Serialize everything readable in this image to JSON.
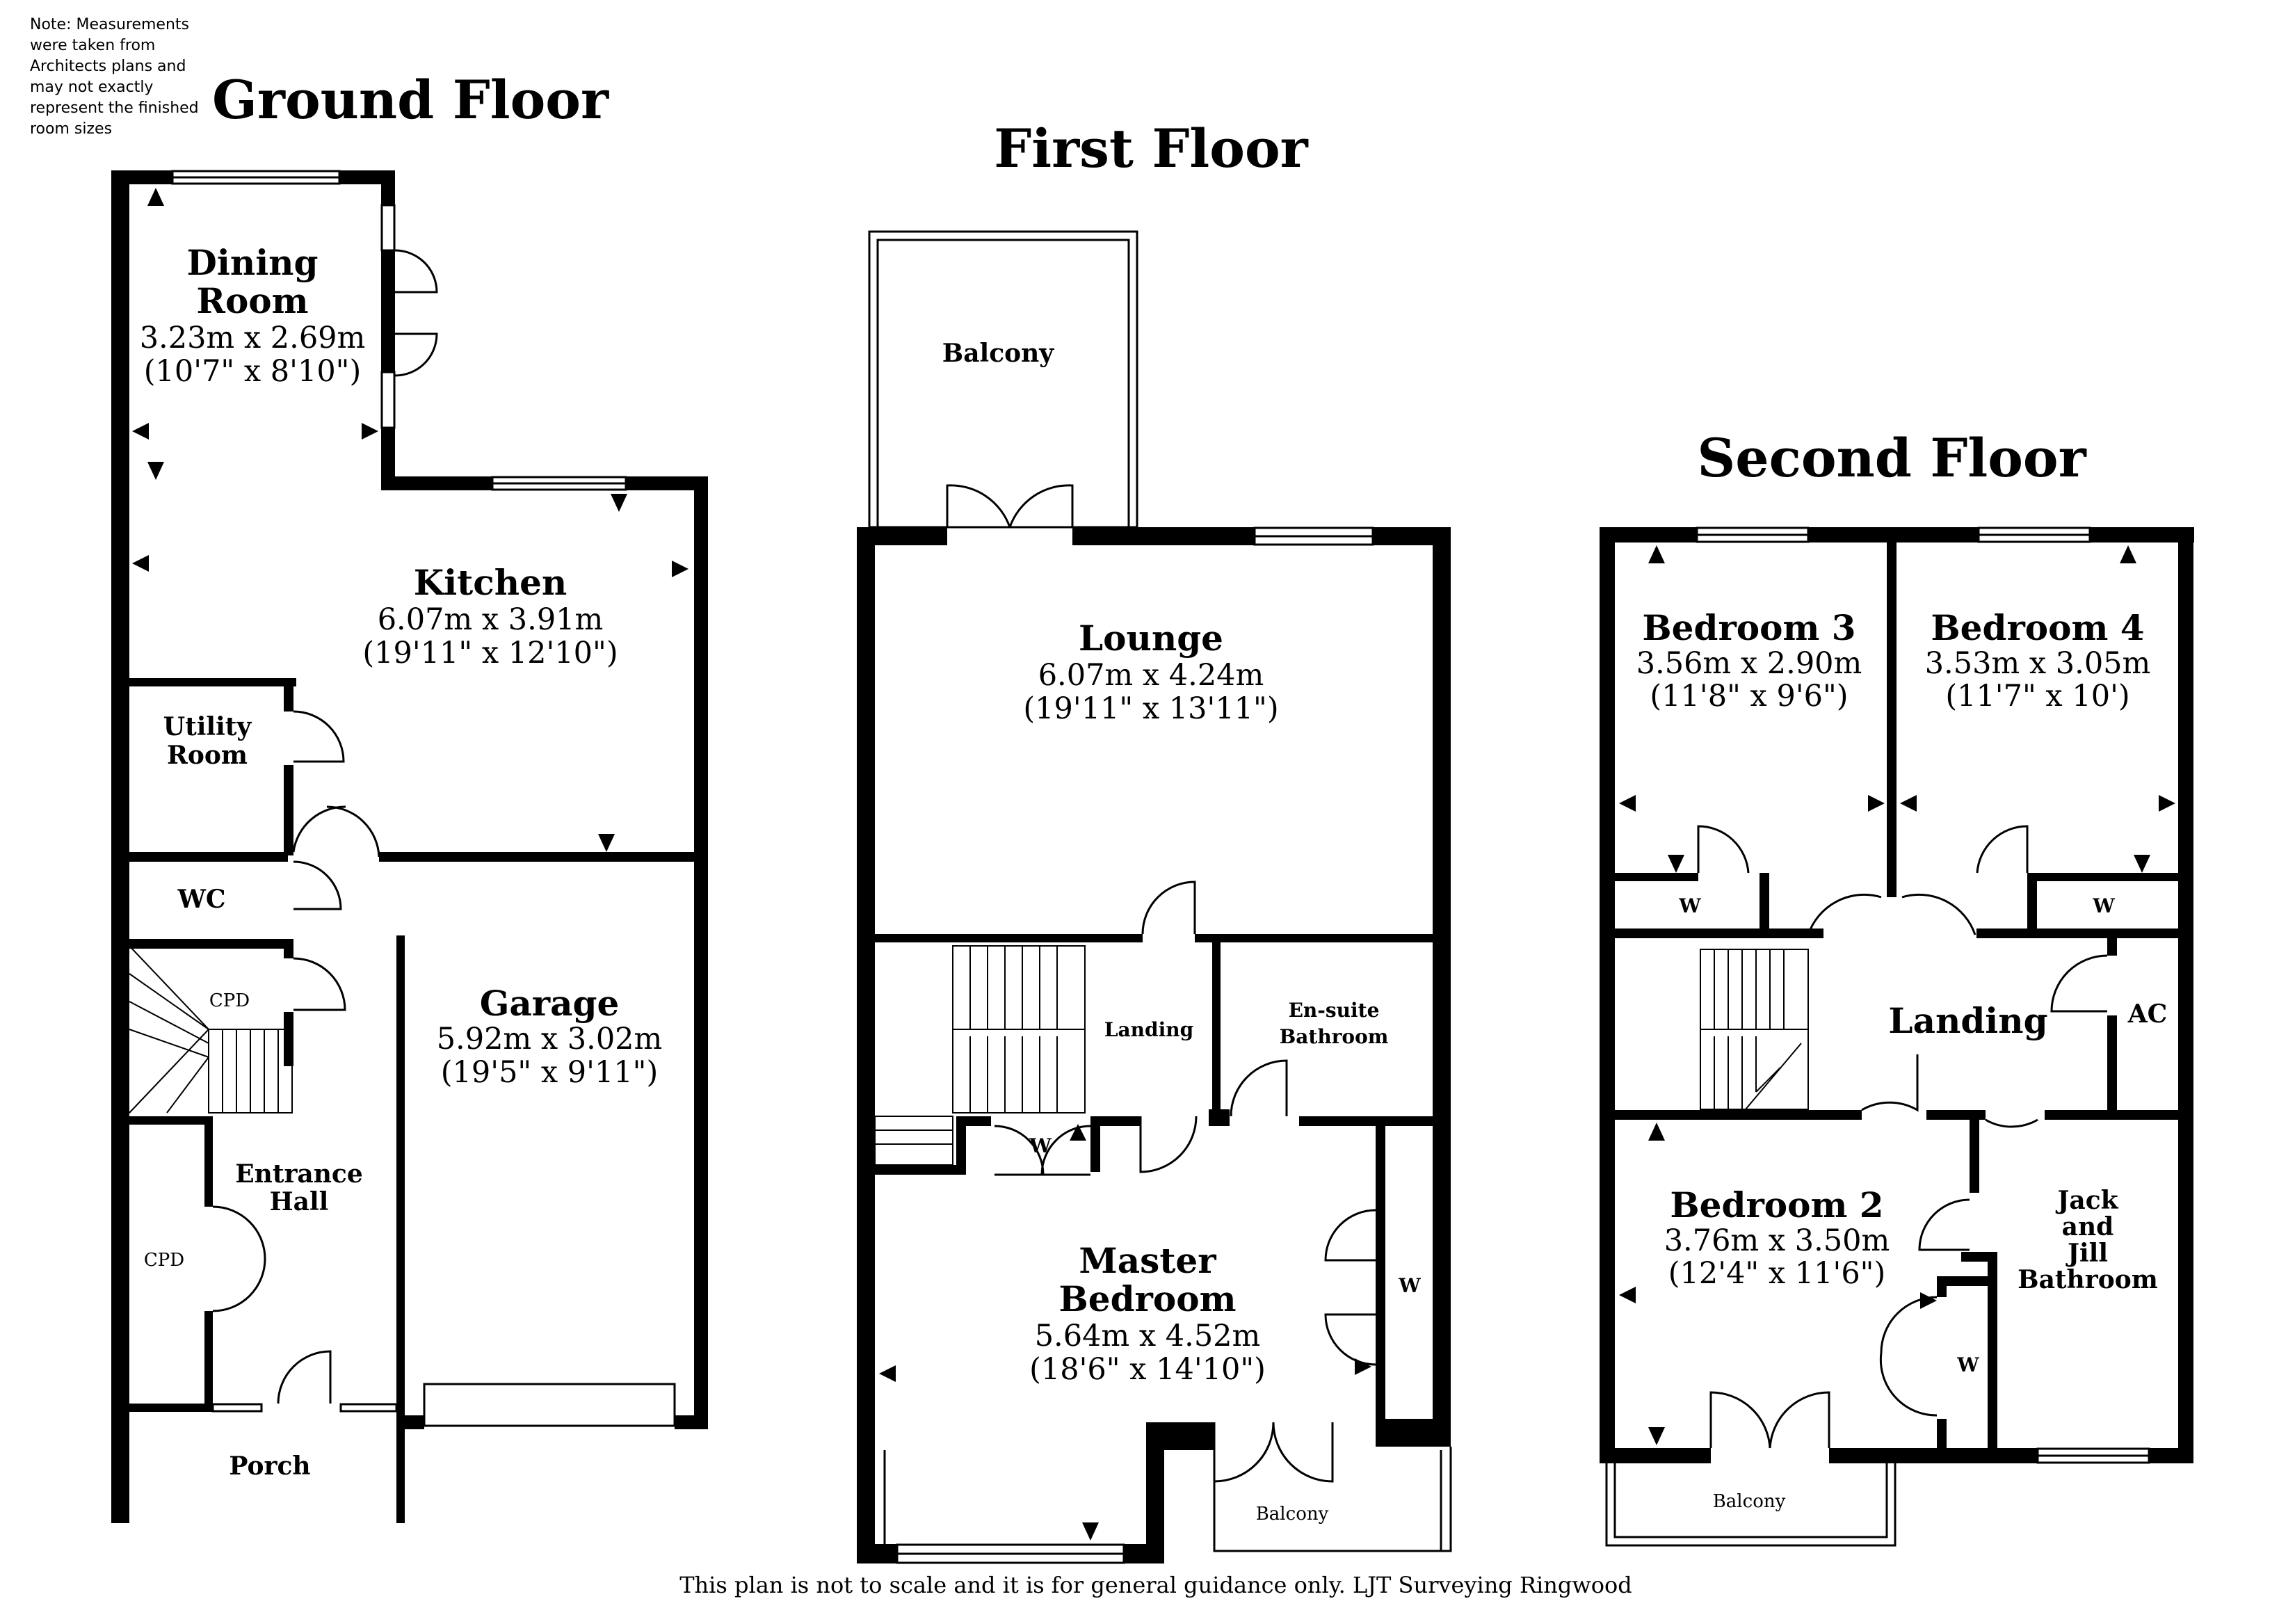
{
  "note": [
    "Note: Measurements",
    "were taken from",
    "Architects plans and",
    "may not exactly",
    "represent the finished",
    "room sizes"
  ],
  "floors": {
    "ground": "Ground Floor",
    "first": "First Floor",
    "second": "Second Floor"
  },
  "ground": {
    "dining_name": [
      "Dining",
      "Room"
    ],
    "dining_dim": "3.23m x 2.69m",
    "dining_imp": "(10'7\" x 8'10\")",
    "kitchen_name": "Kitchen",
    "kitchen_dim": "6.07m x 3.91m",
    "kitchen_imp": "(19'11\" x 12'10\")",
    "utility_name": [
      "Utility",
      "Room"
    ],
    "wc": "WC",
    "cpd_upper": "CPD",
    "cpd_lower": "CPD",
    "garage_name": "Garage",
    "garage_dim": "5.92m x 3.02m",
    "garage_imp": "(19'5\" x 9'11\")",
    "hall_name": [
      "Entrance",
      "Hall"
    ],
    "porch": "Porch"
  },
  "first": {
    "balcony_top": "Balcony",
    "lounge_name": "Lounge",
    "lounge_dim": "6.07m x 4.24m",
    "lounge_imp": "(19'11\" x 13'11\")",
    "landing": "Landing",
    "ensuite": [
      "En-suite",
      "Bathroom"
    ],
    "w_left": "W",
    "w_right": "W",
    "master_name": [
      "Master",
      "Bedroom"
    ],
    "master_dim": "5.64m x 4.52m",
    "master_imp": "(18'6\" x 14'10\")",
    "balcony_bottom": "Balcony"
  },
  "second": {
    "bed3_name": "Bedroom 3",
    "bed3_dim": "3.56m x 2.90m",
    "bed3_imp": "(11'8\" x 9'6\")",
    "bed4_name": "Bedroom 4",
    "bed4_dim": "3.53m x 3.05m",
    "bed4_imp": "(11'7\" x 10')",
    "w_bed3": "W",
    "w_bed4": "W",
    "landing": "Landing",
    "ac": "AC",
    "bed2_name": "Bedroom 2",
    "bed2_dim": "3.76m x 3.50m",
    "bed2_imp": "(12'4\" x 11'6\")",
    "jj": [
      "Jack",
      "and",
      "Jill",
      "Bathroom"
    ],
    "w_bed2": "W",
    "balcony": "Balcony"
  },
  "footer": "This plan is not to scale and it is for general guidance only. LJT Surveying Ringwood"
}
